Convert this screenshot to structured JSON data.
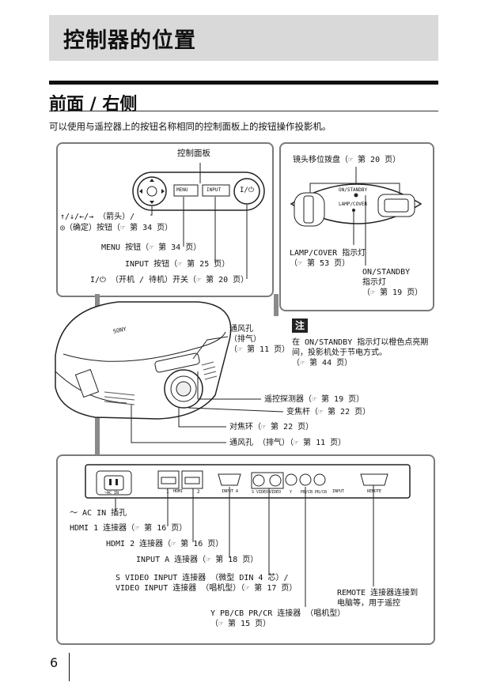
{
  "page": {
    "title": "控制器的位置",
    "section_title": "前面 / 右侧",
    "intro": "可以使用与遥控器上的按钮名称相同的控制面板上的按钮操作投影机。",
    "page_number": "6"
  },
  "control_panel": {
    "header": "控制面板",
    "menu_key": "MENU",
    "input_key": "INPUT",
    "power_key": "I/⏻",
    "arrows_label_1": "↑/↓/←/→ （箭头）/",
    "arrows_label_2": "◎（确定）按钮（☞ 第 34 页）",
    "menu_label": "MENU 按钮（☞ 第 34 页）",
    "input_label": "INPUT 按钮（☞ 第 25 页）",
    "power_label": "I/⏻ （开机 / 待机）开关（☞ 第 20 页）"
  },
  "lens_panel": {
    "header": "镜头移位拨盘（☞ 第 20 页）",
    "on_standby_text": "ON/STANDBY",
    "lamp_cover_text": "LAMP/COVER",
    "lamp_label_1": "LAMP/COVER 指示灯",
    "lamp_label_2": "（☞ 第 53 页）",
    "on_label_1": "ON/STANDBY",
    "on_label_2": "指示灯",
    "on_label_3": "（☞ 第 19 页）"
  },
  "projector": {
    "brand": "SONY",
    "vent_top_1": "通风孔",
    "vent_top_2": "（排气）",
    "vent_top_3": "（☞ 第 11 页）",
    "remote_sensor": "遥控探测器（☞ 第 19 页）",
    "zoom_lever": "变焦杆（☞ 第 22 页）",
    "focus_ring": "对焦环（☞ 第 22 页）",
    "vent_bottom": "通风孔 （排气）（☞ 第 11 页）"
  },
  "note": {
    "badge": "注",
    "line1": "在 ON/STANDBY 指示灯以橙色点亮期",
    "line2": "间，投影机处于节电方式。",
    "line3": "（☞ 第 44 页）"
  },
  "rear_panel": {
    "ac_in_mark": "~AC IN",
    "hdmi_mark": "HDMI",
    "hdmi1_num": "1",
    "hdmi2_num": "2",
    "input_a_mark": "INPUT A",
    "svideo_mark": "S VIDEO",
    "video_mark": "VIDEO",
    "y_mark": "Y",
    "pb_mark": "PB/CB",
    "pr_mark": "PR/CR",
    "input_mark": "INPUT",
    "remote_mark": "REMOTE",
    "ac_label": "～ AC IN 插孔",
    "hdmi1_label": "HDMI 1 连接器（☞ 第 16 页）",
    "hdmi2_label": "HDMI 2 连接器（☞ 第 16 页）",
    "input_a_label": "INPUT A 连接器（☞ 第 18 页）",
    "svideo_label_1": "S VIDEO INPUT 连接器 （微型 DIN 4 芯）/",
    "svideo_label_2": "VIDEO INPUT 连接器 （唱机型）（☞ 第 17 页）",
    "ypbpr_label_1": "Y PB/CB PR/CR 连接器 （唱机型）",
    "ypbpr_label_2": "（☞ 第 15 页）",
    "remote_label_1": "REMOTE 连接器连接到",
    "remote_label_2": "电脑等，用于遥控"
  }
}
